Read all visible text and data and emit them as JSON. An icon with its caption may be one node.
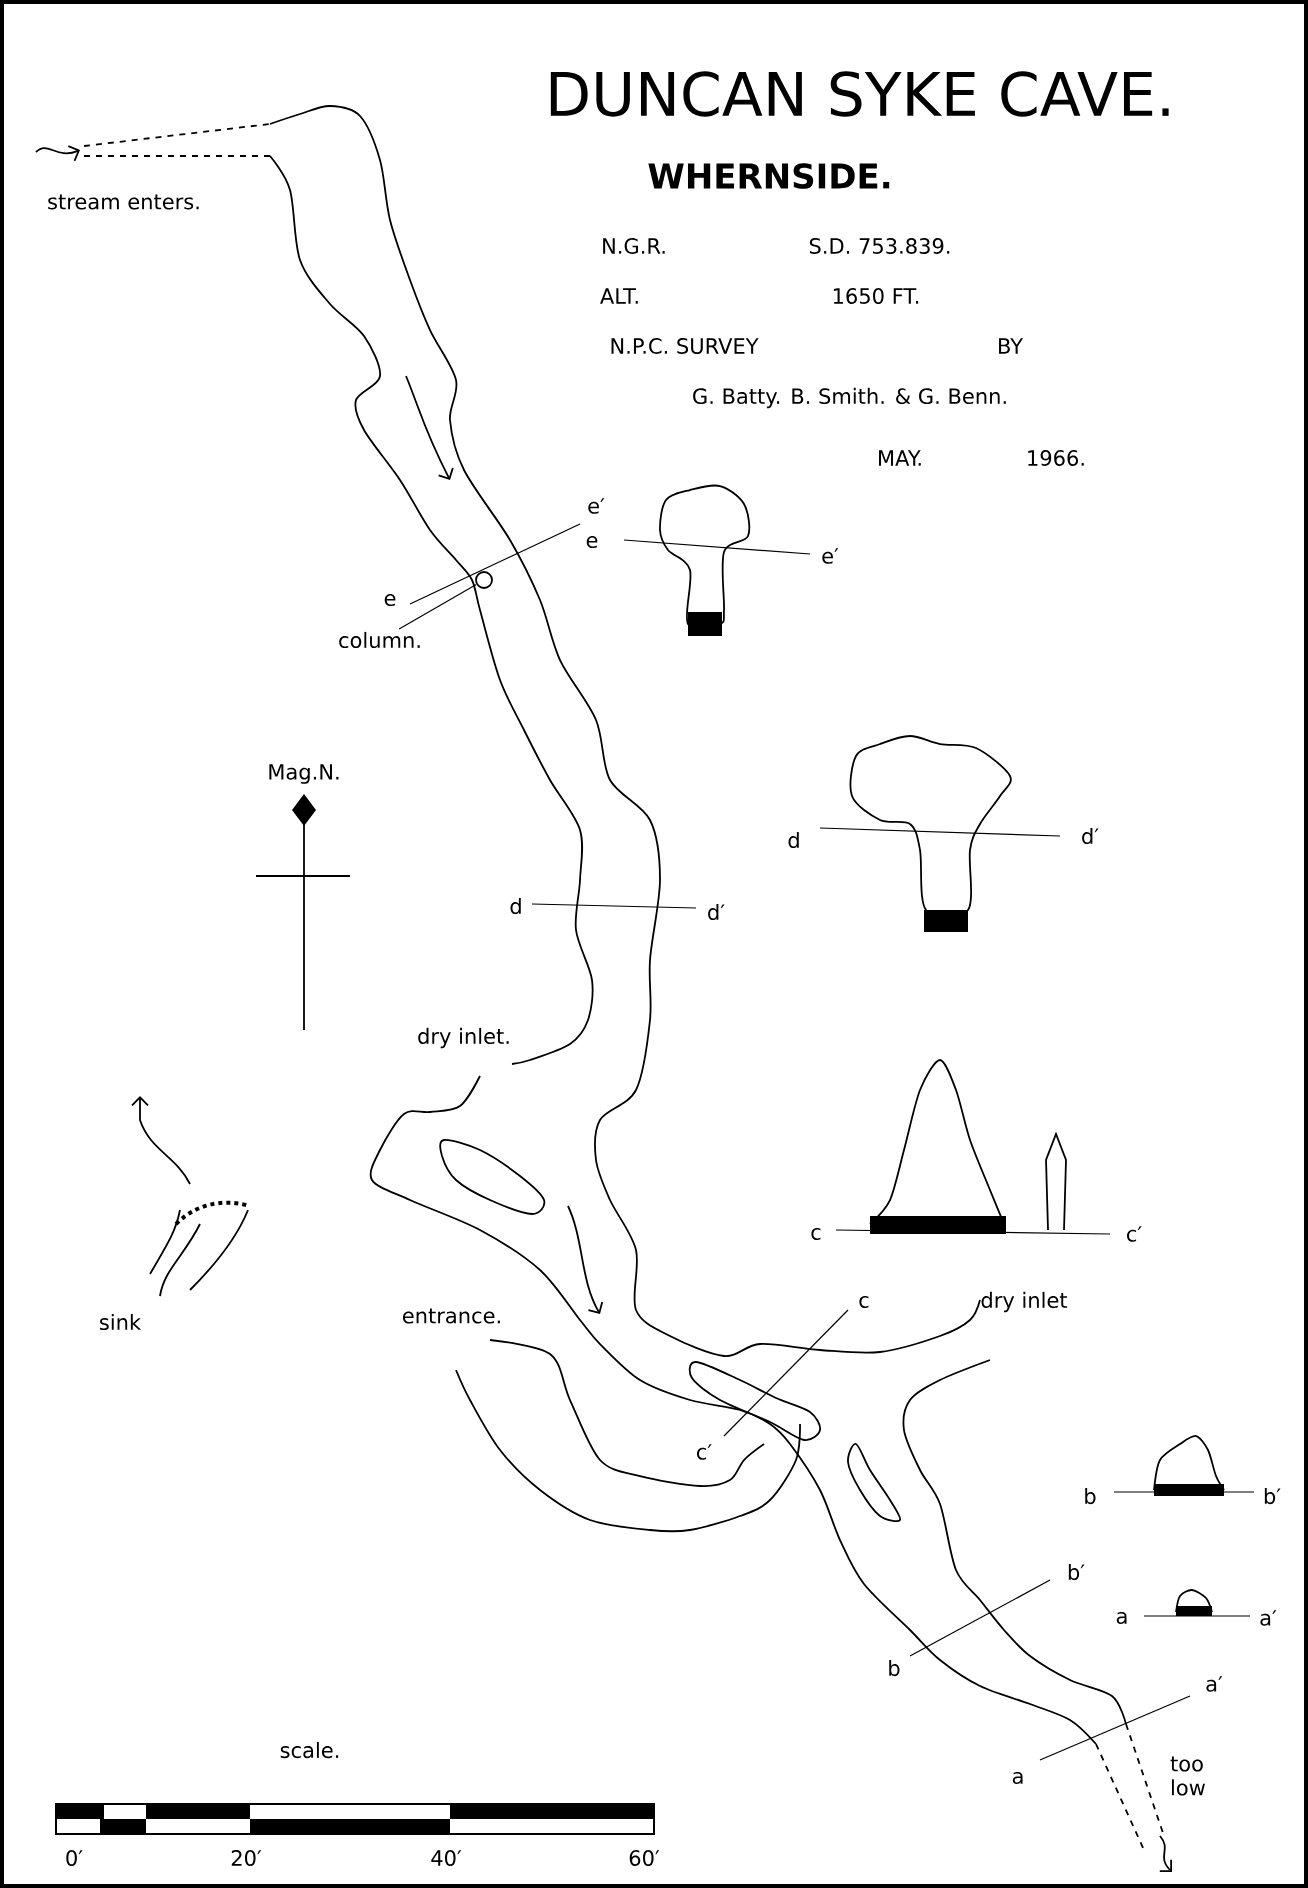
{
  "diagram": {
    "title": "DUNCAN SYKE CAVE.",
    "nodes": [
      {
        "text": [
          "column."
        ]
      },
      {
        "text": [],
        "shape": "circle"
      }
    ],
    "edges": [
      {
        "from": 0,
        "to": 1,
        "arrow": "none"
      }
    ],
    "labels": [
      "WHERNSIDE.",
      "stream enters.",
      "N.G.R.",
      "S.D. 753.839.",
      "ALT.",
      "1650 FT.",
      "N.P.C. SURVEY",
      "BY",
      "G. Batty. B. Smith. & G. Benn.",
      "MAY.",
      "1966.",
      "e′",
      "e",
      "e′",
      "e",
      "Mag.N.",
      "d",
      "d′",
      "d",
      "d′",
      "dry inlet.",
      "c",
      "c′",
      "c",
      "dry inlet",
      "sink",
      "entrance.",
      "c′",
      "b",
      "b′",
      "b′",
      "a",
      "a′",
      "b",
      "a′",
      "scale.",
      "too low",
      "a",
      "0′",
      "20′",
      "40′",
      "60′"
    ]
  }
}
